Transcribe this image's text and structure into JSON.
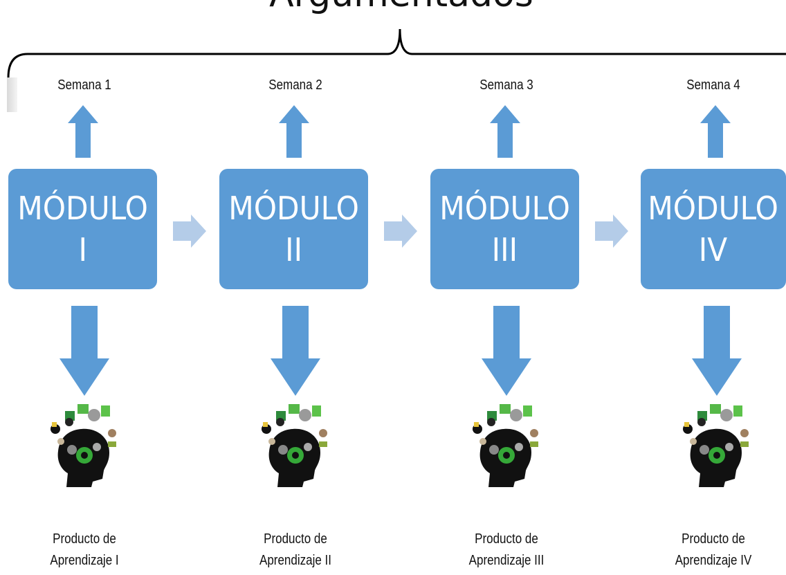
{
  "title": "Argumentados",
  "modules": [
    {
      "week": "Semana 1",
      "word": "MÓDULO",
      "numeral": "I",
      "product_line1": "Producto de",
      "product_line2": "Aprendizaje I"
    },
    {
      "week": "Semana 2",
      "word": "MÓDULO",
      "numeral": "II",
      "product_line1": "Producto de",
      "product_line2": "Aprendizaje II"
    },
    {
      "week": "Semana 3",
      "word": "MÓDULO",
      "numeral": "III",
      "product_line1": "Producto de",
      "product_line2": "Aprendizaje III"
    },
    {
      "week": "Semana 4",
      "word": "MÓDULO",
      "numeral": "IV",
      "product_line1": "Producto de",
      "product_line2": "Aprendizaje IV"
    }
  ],
  "colors": {
    "module": "#5b9bd5",
    "arrow": "#5b9bd5",
    "chevron": "#b4cce8"
  }
}
